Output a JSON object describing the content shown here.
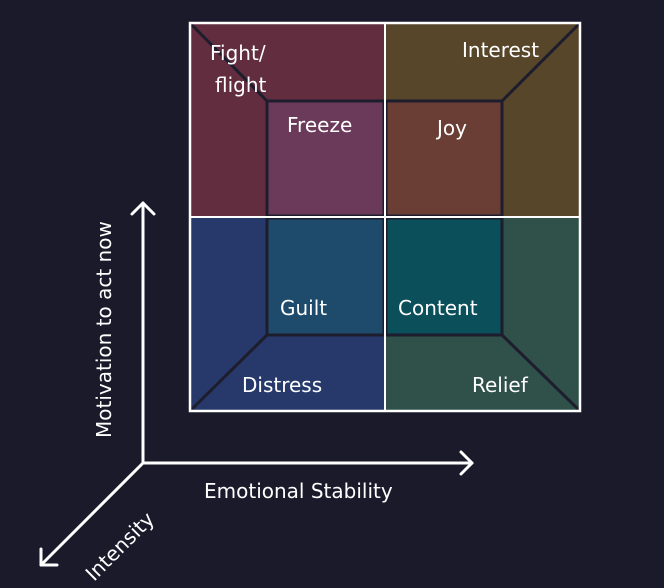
{
  "colors": {
    "background": "#1b1a2b",
    "fight_flight": "#612d3f",
    "freeze": "#6b3a5a",
    "interest": "#57462a",
    "joy": "#6a3e35",
    "distress": "#26396a",
    "guilt": "#1e4a6c",
    "relief": "#2f5149",
    "content": "#0a4f5a",
    "line": "#ffffff",
    "inner_edge": "#1e1d2e"
  },
  "quadrants": {
    "top_left": {
      "outer_label": "Fight/",
      "outer_label_2": "flight",
      "inner_label": "Freeze"
    },
    "top_right": {
      "outer_label": "Interest",
      "inner_label": "Joy"
    },
    "bottom_left": {
      "outer_label": "Distress",
      "inner_label": "Guilt"
    },
    "bottom_right": {
      "outer_label": "Relief",
      "inner_label": "Content"
    }
  },
  "axes": {
    "vertical": "Motivation to act now",
    "horizontal": "Emotional Stability",
    "depth": "Intensity"
  }
}
